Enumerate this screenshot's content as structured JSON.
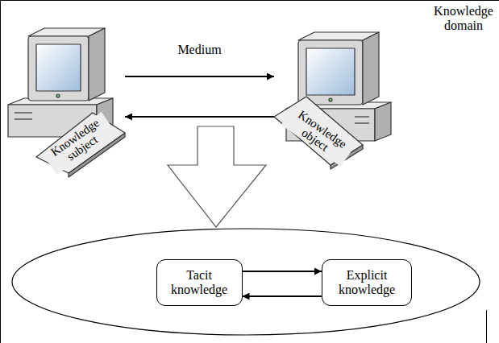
{
  "diagram": {
    "nodes": [
      {
        "text": [
          "Knowledge subject"
        ]
      },
      {
        "text": [
          "Knowledge object"
        ]
      },
      {
        "text": [
          "Tacit knowledge"
        ]
      },
      {
        "text": [
          "Explicit knowledge"
        ]
      }
    ],
    "edges": [
      {
        "from": 0,
        "to": 1,
        "arrow": "to",
        "label": "Medium"
      },
      {
        "from": 1,
        "to": 0,
        "arrow": "to"
      },
      {
        "from": 2,
        "to": 3,
        "arrow": "to"
      },
      {
        "from": 3,
        "to": 2,
        "arrow": "to"
      }
    ],
    "labels": [
      "Knowledge domain"
    ]
  }
}
